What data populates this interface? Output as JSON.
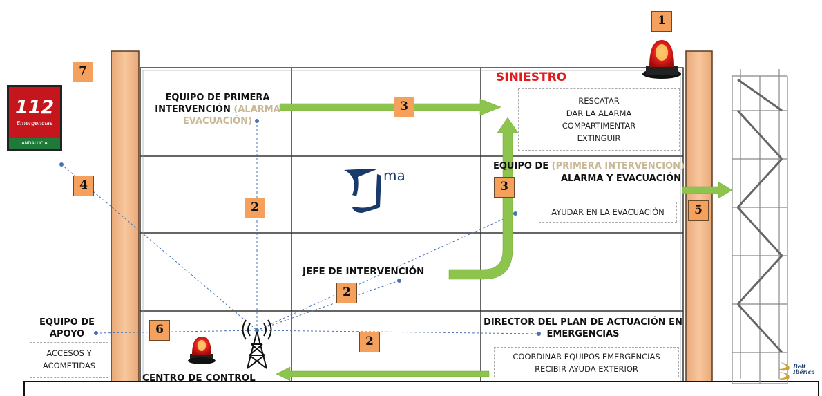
{
  "badges": [
    "1",
    "2",
    "2",
    "2",
    "3",
    "3",
    "4",
    "5",
    "6",
    "7"
  ],
  "siniestro": {
    "title": "SINIESTRO",
    "tasks": [
      "RESCATAR",
      "DAR LA ALARMA",
      "COMPARTIMENTAR",
      "EXTINGUIR"
    ]
  },
  "epi_top": {
    "line1": "EQUIPO DE PRIMERA",
    "line2a": "INTERVENCIÓN) ",
    "line2a_display": "INTERVENCIÓN ",
    "line2b": "(ALARMA",
    "line3": "EVACUACIÓN)"
  },
  "epi_right": {
    "line1a": "EQUIPO DE ",
    "line1b": "(PRIMERA INTERVENCIÓN)",
    "line2": "ALARMA Y EVACUACIÓN",
    "task": "AYUDAR EN LA EVACUACIÓN"
  },
  "jefe": "JEFE DE INTERVENCIÓN",
  "director": {
    "line1": "DIRECTOR DEL PLAN DE ACTUACIÓN EN",
    "line2": "EMERGENCIAS",
    "tasks": [
      "COORDINAR EQUIPOS EMERGENCIAS",
      "RECIBIR AYUDA  EXTERIOR"
    ]
  },
  "apoyo": {
    "line1": "EQUIPO DE",
    "line2": "APOYO",
    "tasks": [
      "ACCESOS Y",
      "ACOMETIDAS"
    ]
  },
  "centro": "CENTRO DE CONTROL",
  "logo_112": {
    "number": "112",
    "sub": "Emergencias",
    "foot": "ANDALUCIA"
  },
  "ma_logo": "ma",
  "belt_logo": [
    "Belt",
    "Ibérica"
  ],
  "colors": {
    "arrow": "#8dc44e",
    "badge": "#f5a05c",
    "column": "#f6be92",
    "dotted": "#4a72b5",
    "siniestro": "#e11b1b",
    "muted": "#c9b896"
  }
}
